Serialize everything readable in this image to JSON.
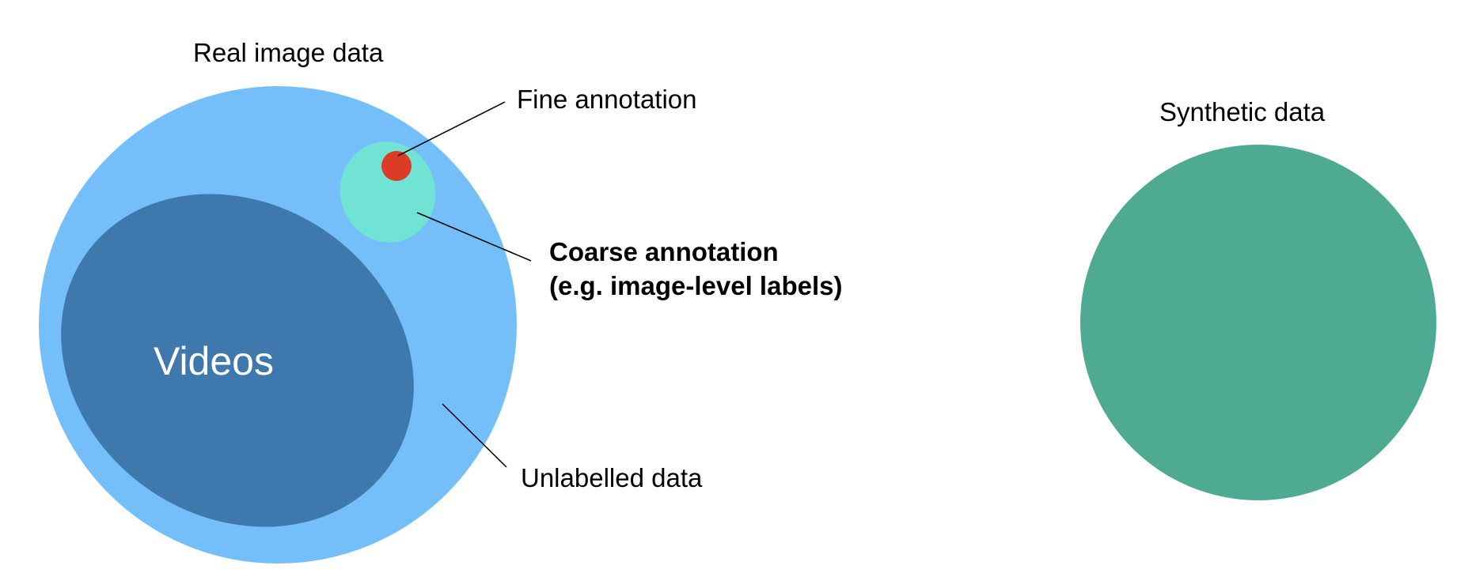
{
  "title_real": "Real image data",
  "title_synthetic": "Synthetic data",
  "labels": {
    "fine": "Fine annotation",
    "coarse_line1": "Coarse annotation",
    "coarse_line2": "(e.g. image-level labels)",
    "unlabelled": "Unlabelled data",
    "videos": "Videos"
  },
  "colors": {
    "real": "#74bff9",
    "videos": "#3f78ad",
    "coarse": "#70e3d4",
    "fine": "#dc3b26",
    "synthetic": "#4eaa90"
  }
}
